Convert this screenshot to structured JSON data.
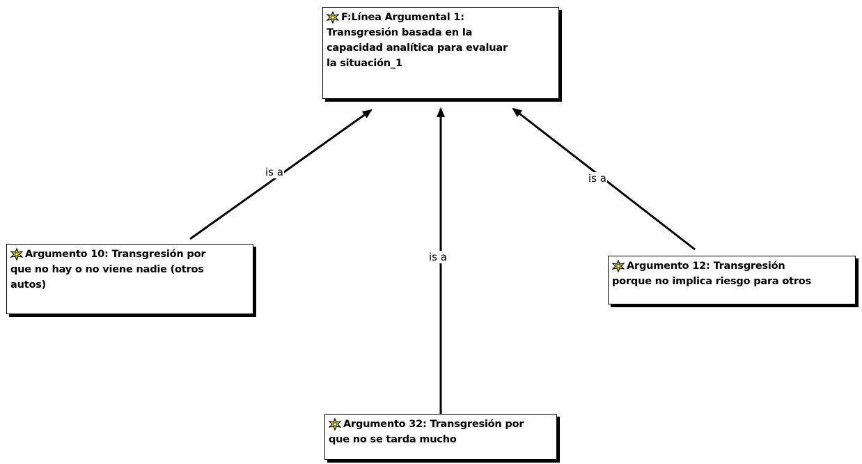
{
  "colors": {
    "icon_fill": "#f2e600",
    "icon_outline": "#000000",
    "edge": "#000000"
  },
  "nodes": {
    "root": {
      "icon": "family-icon",
      "label": "F:Línea Argumental 1:\nTransgresión basada en la\ncapacidad analítica para evaluar\nla situación_1"
    },
    "arg10": {
      "icon": "family-icon",
      "label": "Argumento 10: Transgresión por\nque no hay o no viene  nadie (otros\nautos)"
    },
    "arg12": {
      "icon": "family-icon",
      "label": "Argumento 12: Transgresión\nporque no implica riesgo para otros"
    },
    "arg32": {
      "icon": "family-icon",
      "label": "Argumento 32: Transgresión por\nque no se tarda mucho"
    }
  },
  "edges": [
    {
      "from": "arg10",
      "to": "root",
      "label": "is a"
    },
    {
      "from": "arg32",
      "to": "root",
      "label": "is a"
    },
    {
      "from": "arg12",
      "to": "root",
      "label": "is a"
    }
  ]
}
